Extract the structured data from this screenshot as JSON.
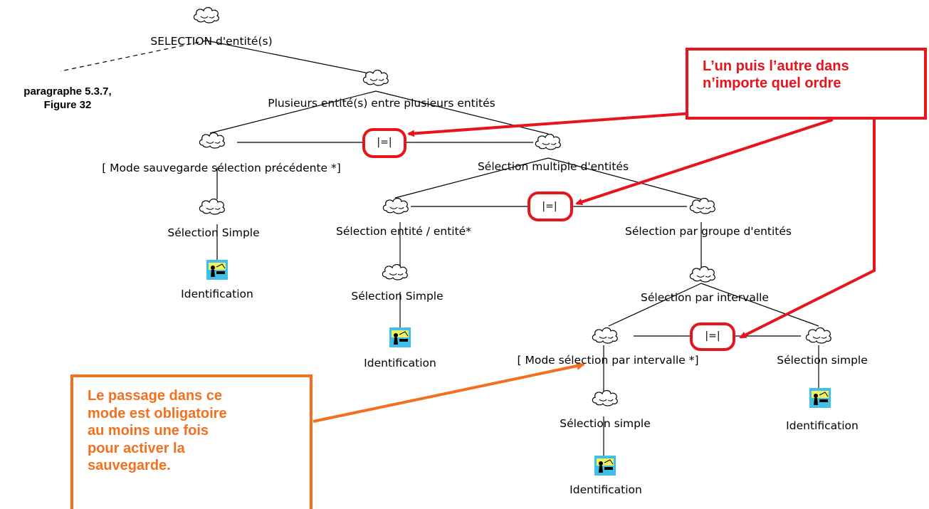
{
  "diagram": {
    "root_label": "SELECTION d'entité(s)",
    "reference": [
      "paragraphe 5.3.7,",
      "Figure 32"
    ],
    "nodes": {
      "plusieurs": "Plusieurs entité(s) entre plusieurs entités",
      "mode_sauvegarde": "[ Mode sauvegarde sélection précédente *]",
      "selection_multiple": "Sélection multiple d'entités",
      "selection_simple_left": "Sélection Simple",
      "identification_left": "Identification",
      "selection_entite": "Sélection entité / entité*",
      "selection_groupe": "Sélection par groupe d'entités",
      "selection_simple_mid": "Sélection Simple",
      "identification_mid": "Identification",
      "selection_intervalle": "Sélection par intervalle",
      "mode_selection_intervalle": "[ Mode sélection par intervalle *]",
      "selection_simple_right": "Sélection simple",
      "identification_right": "Identification",
      "selection_simple_bottom": "Sélection simple",
      "identification_bottom": "Identification"
    },
    "operator": "|=|",
    "callout_red": [
      "L’un puis l’autre dans",
      "n’importe quel ordre"
    ],
    "callout_orange": [
      "Le passage dans ce",
      "mode est obligatoire",
      "au moins une fois",
      "pour activer la",
      "sauvegarde."
    ]
  },
  "colors": {
    "red": "#e8141c",
    "orange": "#f37020",
    "line": "#000000"
  }
}
